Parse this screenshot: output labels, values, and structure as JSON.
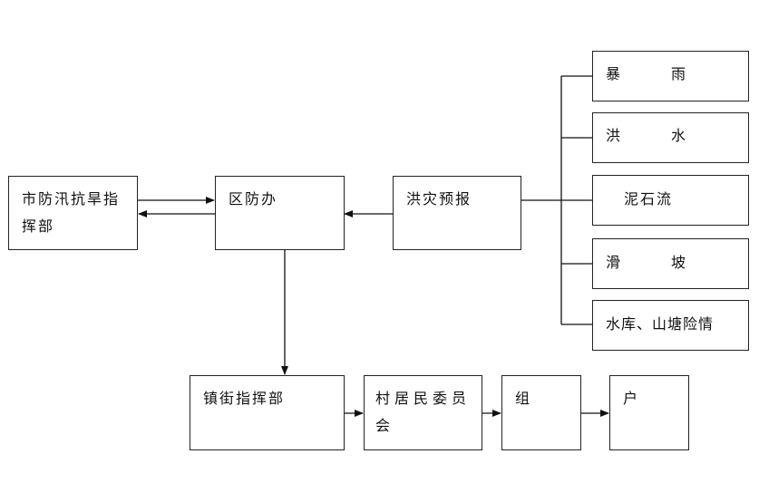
{
  "nodes": {
    "city_hq": "市防汛抗旱指\n挥部",
    "district_office": "区防办",
    "flood_forecast": "洪灾预报",
    "rainstorm": "暴　　　雨",
    "flood": "洪　　　水",
    "debris_flow": "泥石流",
    "landslide": "滑　　　坡",
    "reservoir": "水库、山塘险情",
    "town_hq": "镇街指挥部",
    "village_committee": "村居民委员\n会",
    "group": "组",
    "household": "户"
  }
}
